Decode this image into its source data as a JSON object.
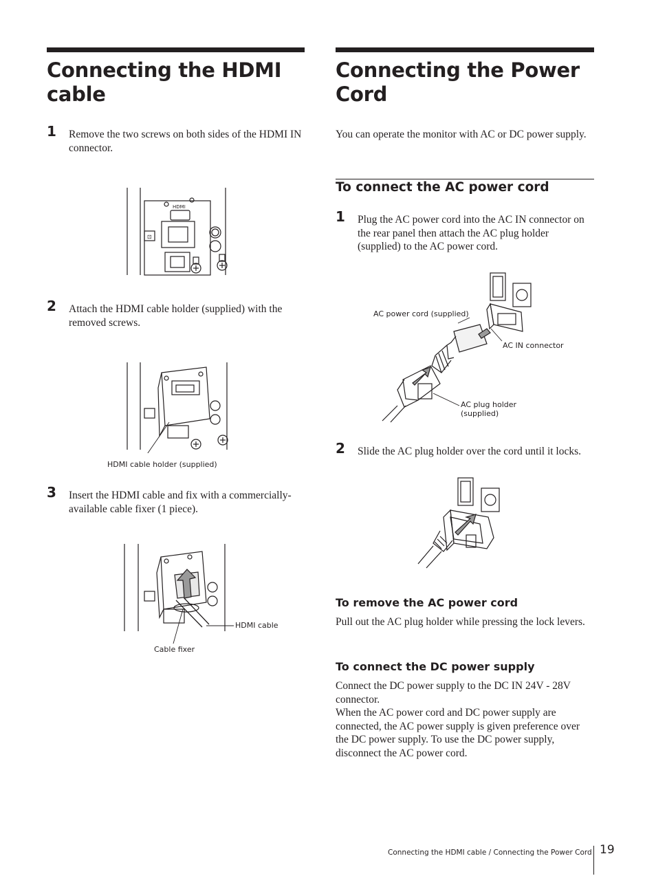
{
  "left": {
    "title": "Connecting the HDMI cable",
    "steps": [
      {
        "num": "1",
        "text": "Remove the two screws on both sides of the HDMI IN connector."
      },
      {
        "num": "2",
        "text": "Attach the HDMI cable holder (supplied) with the removed screws."
      },
      {
        "num": "3",
        "text": "Insert the HDMI cable and fix with a commercially-available cable fixer (1 piece)."
      }
    ],
    "fig2_callout": "HDMI cable holder (supplied)",
    "fig3_callouts": {
      "cable": "HDMI cable",
      "fixer": "Cable fixer"
    },
    "hdmi_label": "HDMI"
  },
  "right": {
    "title": "Connecting the Power Cord",
    "intro": "You can operate the monitor with AC or DC power supply.",
    "ac_heading": "To connect the AC power cord",
    "steps": [
      {
        "num": "1",
        "text": "Plug the AC power cord into the AC IN connector on the rear panel then attach the AC plug holder (supplied) to the AC power cord."
      },
      {
        "num": "2",
        "text": "Slide the AC plug holder over the cord until it locks."
      }
    ],
    "fig1_callouts": {
      "cord": "AC power cord (supplied)",
      "connector": "AC IN connector",
      "holder_line1": "AC plug holder",
      "holder_line2": "(supplied)"
    },
    "remove_heading": "To remove the AC power cord",
    "remove_text": "Pull out the AC plug holder while pressing the lock levers.",
    "dc_heading": "To connect the DC power supply",
    "dc_text1": "Connect the DC power supply to the DC IN 24V - 28V connector.",
    "dc_text2": "When the AC power cord and DC power supply are connected, the AC power supply is given preference over the DC power supply. To use the DC power supply, disconnect the AC power cord."
  },
  "footer": {
    "text": "Connecting the HDMI cable / Connecting the Power Cord",
    "page": "19"
  }
}
